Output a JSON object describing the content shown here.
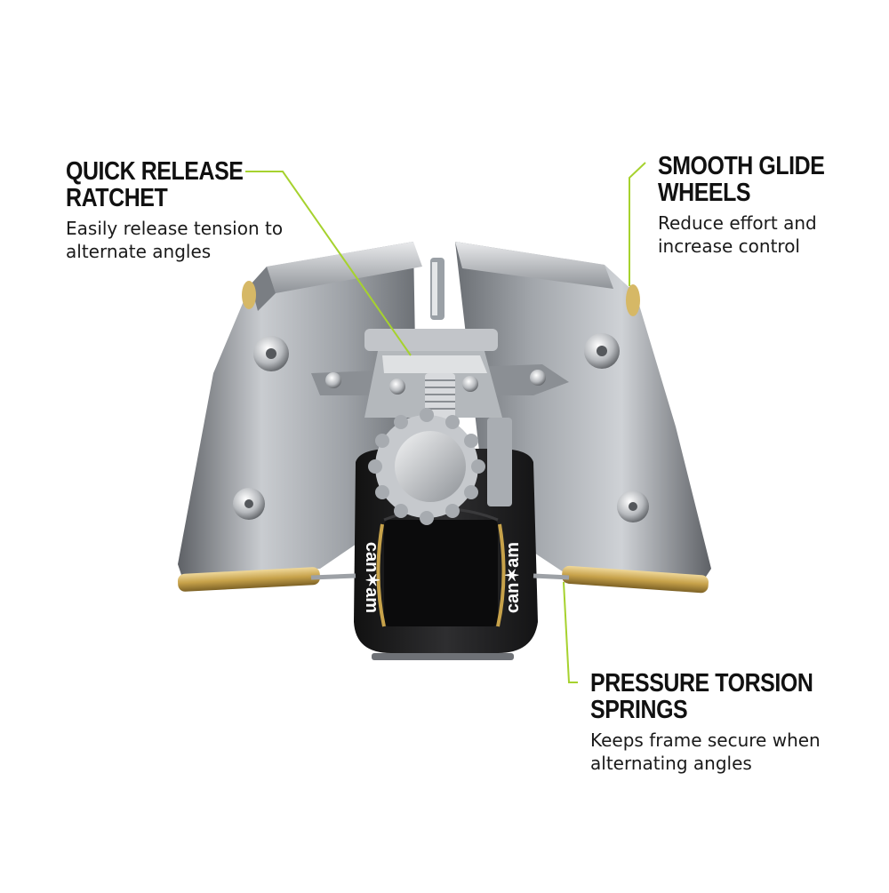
{
  "callouts": [
    {
      "title_line1": "QUICK RELEASE",
      "title_line2": "RATCHET",
      "desc_line1": "Easily release tension to",
      "desc_line2": "alternate angles"
    },
    {
      "title_line1": "SMOOTH GLIDE",
      "title_line2": "WHEELS",
      "desc_line1": "Reduce effort and",
      "desc_line2": "increase control"
    },
    {
      "title_line1": "PRESSURE TORSION",
      "title_line2": "SPRINGS",
      "desc_line1": "Keeps frame secure when",
      "desc_line2": "alternating angles"
    }
  ],
  "brand": {
    "left_logo": "can✶am",
    "right_logo": "can✶am"
  },
  "colors": {
    "accent_line": "#a6d22e",
    "metal": "#b9bcc0",
    "black_body": "#222222",
    "brass": "#c7a24a"
  }
}
